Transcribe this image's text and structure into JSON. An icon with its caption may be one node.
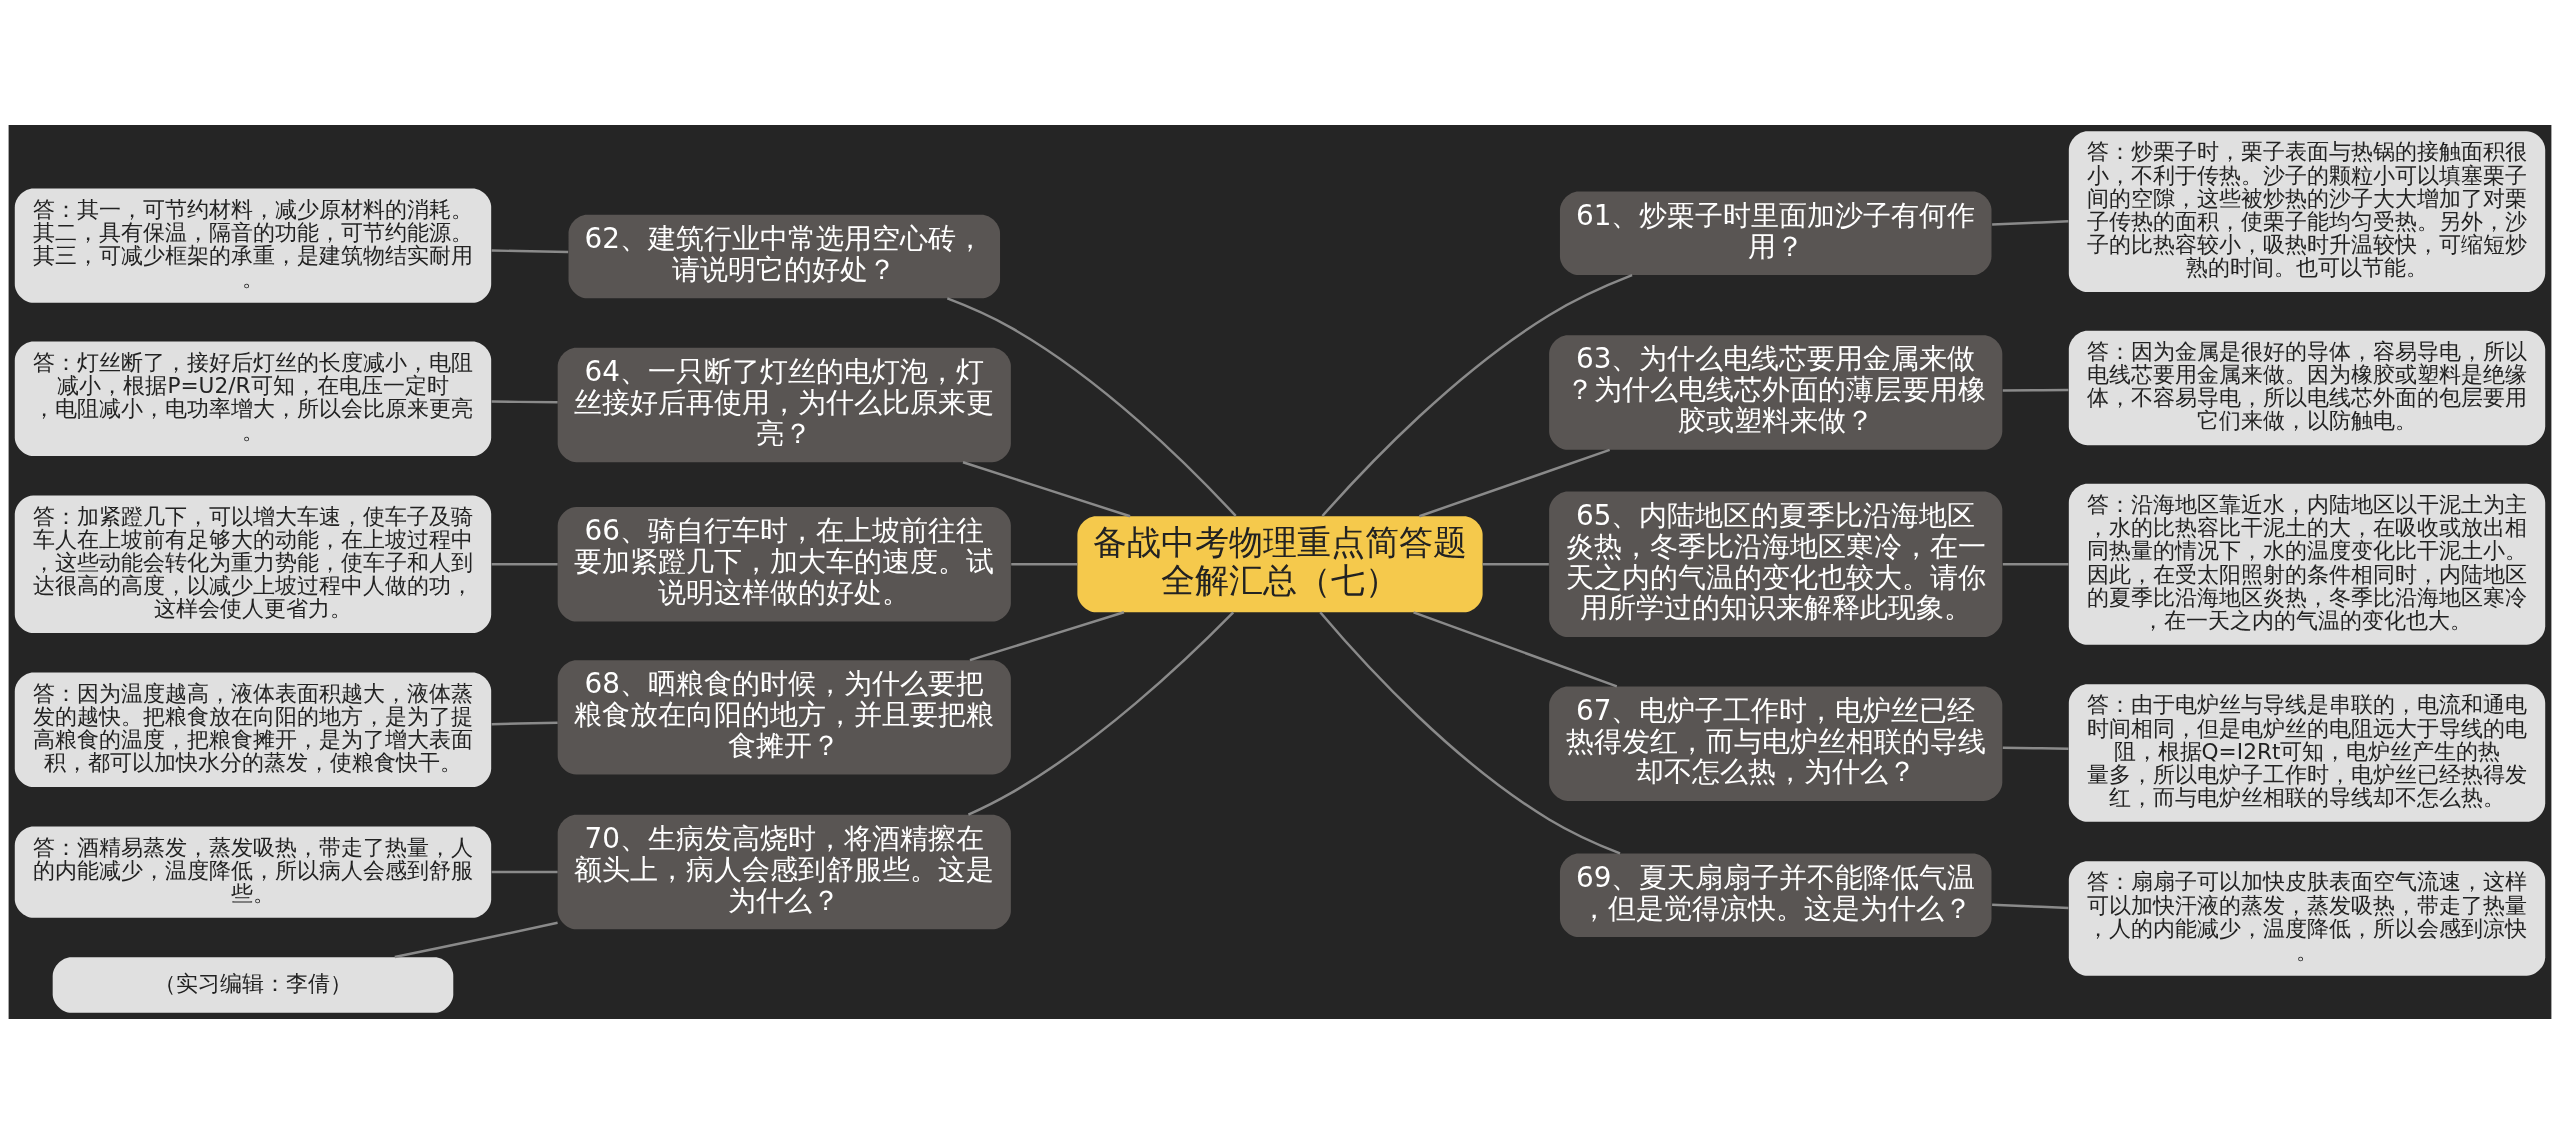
{
  "diagram": {
    "nodes": [
      {
        "text": [
          "备战中考物理重点简答题全解汇总（七）"
        ]
      },
      {
        "text": [
          "61、炒栗子时里面加沙子有何作用？"
        ]
      },
      {
        "text": [
          "答：炒栗子时，栗子表面与热锅的接触面积很小，不利于传热。沙子的颗粒小可以填塞栗子间的空隙，这些被炒热的沙子大大增加了对栗子传热的面积，使栗子能均匀受热。另外，沙子的比热容较小，吸热时升温较快，可缩短炒熟的时间。也可以节能。"
        ]
      },
      {
        "text": [
          "62、建筑行业中常选用空心砖，请说明它的好处？"
        ]
      },
      {
        "text": [
          "答：其一，可节约材料，减少原材料的消耗。其二，具有保温，隔音的功能，可节约能源。其三，可减少框架的承重，是建筑物结实耐用。"
        ]
      },
      {
        "text": [
          "63、为什么电线芯要用金属来做？为什么电线芯外面的薄层要用橡胶或塑料来做？"
        ]
      },
      {
        "text": [
          "答：因为金属是很好的导体，容易导电，所以电线芯要用金属来做。因为橡胶或塑料是绝缘体，不容易导电，所以电线芯外面的包层要用它们来做，以防触电。"
        ]
      },
      {
        "text": [
          "64、一只断了灯丝的电灯泡，灯丝接好后再使用，为什么比原来更亮？"
        ]
      },
      {
        "text": [
          "答：灯丝断了，接好后灯丝的长度减小，电阻减小，根据P=U2/R可知，在电压一定时，电阻减小，电功率增大，所以会比原来更亮。"
        ]
      },
      {
        "text": [
          "65、内陆地区的夏季比沿海地区炎热，冬季比沿海地区寒冷，在一天之内的气温的变化也较大。请你用所学过的知识来解释此现象。"
        ]
      },
      {
        "text": [
          "答：沿海地区靠近水，内陆地区以干泥土为主，水的比热容比干泥土的大，在吸收或放出相同热量的情况下，水的温度变化比干泥土小。因此，在受太阳照射的条件相同时，内陆地区的夏季比沿海地区炎热，冬季比沿海地区寒冷，在一天之内的气温的变化也大。"
        ]
      },
      {
        "text": [
          "66、骑自行车时，在上坡前往往要加紧蹬几下，加大车的速度。试说明这样做的好处。"
        ]
      },
      {
        "text": [
          "答：加紧蹬几下，可以增大车速，使车子及骑车人在上坡前有足够大的动能，在上坡过程中，这些动能会转化为重力势能，使车子和人到达很高的高度，以减少上坡过程中人做的功，这样会使人更省力。"
        ]
      },
      {
        "text": [
          "67、电炉子工作时，电炉丝已经热得发红，而与电炉丝相联的导线却不怎么热，为什么？"
        ]
      },
      {
        "text": [
          "答：由于电炉丝与导线是串联的，电流和通电时间相同，但是电炉丝的电阻远大于导线的电阻，根据Q=I2Rt可知，电炉丝产生的热量多，所以电炉子工作时，电炉丝已经热得发红，而与电炉丝相联的导线却不怎么热。"
        ]
      },
      {
        "text": [
          "68、晒粮食的时候，为什么要把粮食放在向阳的地方，并且要把粮食摊开？"
        ]
      },
      {
        "text": [
          "答：因为温度越高，液体表面积越大，液体蒸发的越快。把粮食放在向阳的地方，是为了提高粮食的温度，把粮食摊开，是为了增大表面积，都可以加快水分的蒸发，使粮食快干。"
        ]
      },
      {
        "text": [
          "69、夏天扇扇子并不能降低气温，但是觉得凉快。这是为什么？"
        ]
      },
      {
        "text": [
          "答：扇扇子可以加快皮肤表面空气流速，这样可以加快汗液的蒸发，蒸发吸热，带走了热量，人的内能减少，温度降低，所以会感到凉快。"
        ]
      },
      {
        "text": [
          "70、生病发高烧时，将酒精擦在额头上，病人会感到舒服些。这是为什么？"
        ]
      },
      {
        "text": [
          "答：酒精易蒸发，蒸发吸热，带走了热量，人的内能减少，温度降低，所以病人会感到舒服些。"
        ]
      },
      {
        "text": [
          "（实习编辑：李倩）"
        ]
      }
    ],
    "edges": [
      {
        "from": 0,
        "to": 1,
        "arrow": "none"
      },
      {
        "from": 1,
        "to": 2,
        "arrow": "none"
      },
      {
        "from": 0,
        "to": 3,
        "arrow": "none"
      },
      {
        "from": 3,
        "to": 4,
        "arrow": "none"
      },
      {
        "from": 0,
        "to": 5,
        "arrow": "none"
      },
      {
        "from": 5,
        "to": 6,
        "arrow": "none"
      },
      {
        "from": 0,
        "to": 7,
        "arrow": "none"
      },
      {
        "from": 7,
        "to": 8,
        "arrow": "none"
      },
      {
        "from": 0,
        "to": 9,
        "arrow": "none"
      },
      {
        "from": 9,
        "to": 10,
        "arrow": "none"
      },
      {
        "from": 0,
        "to": 11,
        "arrow": "none"
      },
      {
        "from": 11,
        "to": 12,
        "arrow": "none"
      },
      {
        "from": 0,
        "to": 13,
        "arrow": "none"
      },
      {
        "from": 13,
        "to": 14,
        "arrow": "none"
      },
      {
        "from": 0,
        "to": 15,
        "arrow": "none"
      },
      {
        "from": 15,
        "to": 16,
        "arrow": "none"
      },
      {
        "from": 0,
        "to": 17,
        "arrow": "none"
      },
      {
        "from": 17,
        "to": 18,
        "arrow": "none"
      },
      {
        "from": 0,
        "to": 19,
        "arrow": "none"
      },
      {
        "from": 19,
        "to": 20,
        "arrow": "none"
      },
      {
        "from": 19,
        "to": 21,
        "arrow": "none"
      }
    ]
  }
}
